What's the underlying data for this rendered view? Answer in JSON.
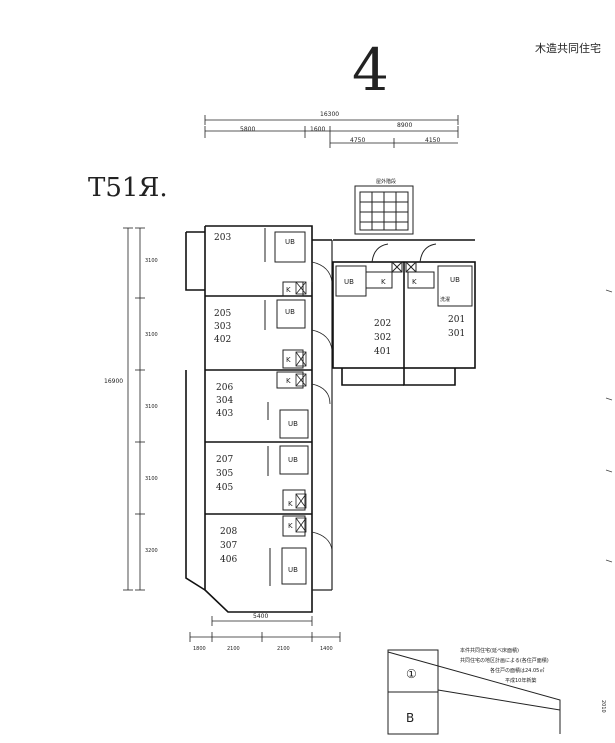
{
  "page_number": "4",
  "corner_label": "木造共同住宅",
  "building_code": "T51Я.",
  "top_total_dim": "16300",
  "top_left_dim": "5800",
  "top_mid_dim": "1600",
  "top_right_dim": "8900",
  "top_sub_left_dim": "4750",
  "top_sub_right_dim": "4150",
  "stair_label": "屋外階段",
  "left_total_dim": "16900",
  "left_dims": [
    "3100",
    "3100",
    "3100",
    "3100",
    "3200"
  ],
  "bottom_total_dim": "5400",
  "bottom_dims": [
    "1800",
    "2100",
    "2100",
    "1400"
  ],
  "rooms_left": [
    [
      "203"
    ],
    [
      "205",
      "303",
      "402"
    ],
    [
      "206",
      "304",
      "403"
    ],
    [
      "207",
      "305",
      "405"
    ],
    [
      "208",
      "307",
      "406"
    ]
  ],
  "rooms_right": [
    [
      "202",
      "302",
      "401"
    ],
    [
      "201",
      "301"
    ]
  ],
  "fixture_labels": {
    "ub": "UB",
    "kitchen": "K",
    "washroom": "洗濯"
  },
  "notes": [
    "本件共同住宅(延べ床面積)",
    "共同住宅の地区計画による(各住戸面積)",
    "各住戸の面積は24.05㎡",
    "平成10年新築"
  ],
  "legend_marks": [
    "①",
    "B"
  ],
  "edge_text": "2010"
}
